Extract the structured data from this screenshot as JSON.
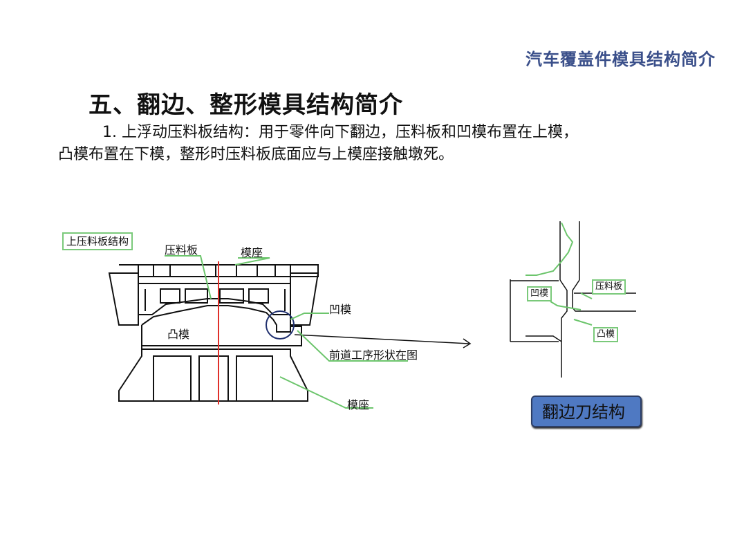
{
  "header": {
    "title": "汽车覆盖件模具结构简介"
  },
  "slide": {
    "title": "五、翻边、整形模具结构简介",
    "paragraph_line1": "1. 上浮动压料板结构：用于零件向下翻边，压料板和凹模布置在上模，",
    "paragraph_line2": "凸模布置在下模，整形时压料板底面应与上模座接触墩死。"
  },
  "left_diagram": {
    "label_structure": "上压料板结构",
    "label_pad": "压料板",
    "label_upper_base": "模座",
    "label_die": "凹模",
    "label_punch": "凸模",
    "label_prev_shape": "前道工序形状在图",
    "label_lower_base": "模座"
  },
  "right_diagram": {
    "label_die": "凹模",
    "label_pad": "压料板",
    "label_punch": "凸模"
  },
  "button": {
    "label": "翻边刀结构",
    "color": "#4f79c2"
  },
  "colors": {
    "title": "#3a4f8a",
    "label_border": "#7ac97a",
    "center_line": "#e0302a",
    "circle": "#1f2f6e"
  }
}
